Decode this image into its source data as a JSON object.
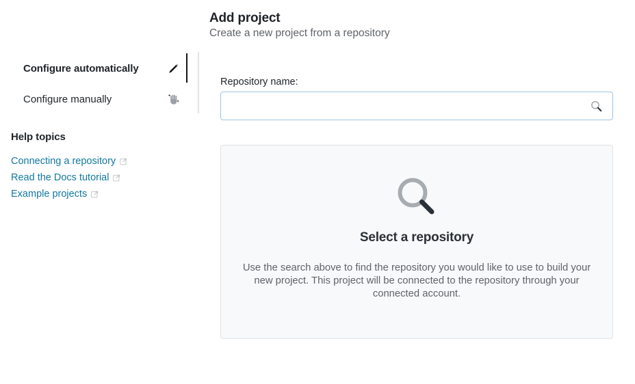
{
  "sidebar": {
    "nav_items": [
      {
        "label": "Configure automatically",
        "icon": "pencil-icon",
        "active": true
      },
      {
        "label": "Configure manually",
        "icon": "hand-icon",
        "active": false
      }
    ],
    "help": {
      "title": "Help topics",
      "links": [
        {
          "label": "Connecting a repository",
          "icon": "external-link-icon"
        },
        {
          "label": "Read the Docs tutorial",
          "icon": "external-link-icon"
        },
        {
          "label": "Example projects",
          "icon": "external-link-icon"
        }
      ]
    }
  },
  "main": {
    "title": "Add project",
    "subtitle": "Create a new project from a repository",
    "search": {
      "label": "Repository name:",
      "value": "",
      "placeholder": "",
      "icon": "search-icon"
    },
    "empty_state": {
      "icon": "search-icon",
      "title": "Select a repository",
      "text": "Use the search above to find the repository you would like to use to build your new project. This project will be connected to the repository through your connected account."
    }
  },
  "colors": {
    "link": "#1278a0",
    "active_indicator": "#111418",
    "input_border": "#9ec5e0",
    "panel_bg": "#f8f9fa",
    "panel_border": "#e0e2e5",
    "muted_text": "#5f6368"
  }
}
